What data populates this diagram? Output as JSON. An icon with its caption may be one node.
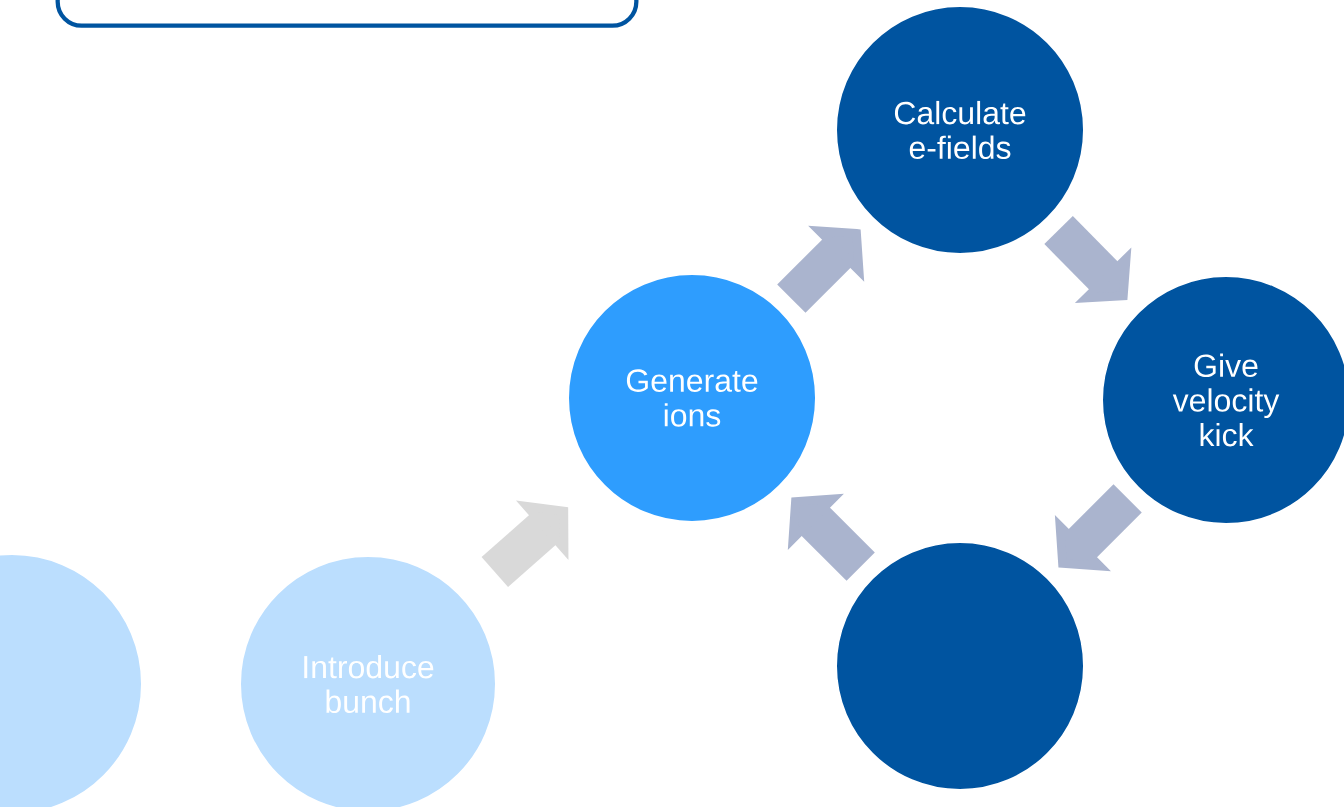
{
  "diagram": {
    "nodes": [
      {
        "text": [],
        "shape": "box"
      },
      {
        "text": [],
        "shape": "circle"
      },
      {
        "text": [
          "Introduce bunch"
        ]
      },
      {
        "text": [
          "Generate ions"
        ]
      },
      {
        "text": [
          "Calculate e-fields"
        ]
      },
      {
        "text": [
          "Give velocity kick"
        ]
      },
      {
        "text": [],
        "shape": "circle"
      }
    ],
    "edges": [
      {
        "from": 2,
        "to": 3,
        "arrow": "to",
        "color": "#d9d9d9"
      },
      {
        "from": 3,
        "to": 4,
        "arrow": "to"
      },
      {
        "from": 4,
        "to": 5,
        "arrow": "to"
      },
      {
        "from": 5,
        "to": 6,
        "arrow": "to"
      },
      {
        "from": 6,
        "to": 3,
        "arrow": "to"
      }
    ]
  }
}
